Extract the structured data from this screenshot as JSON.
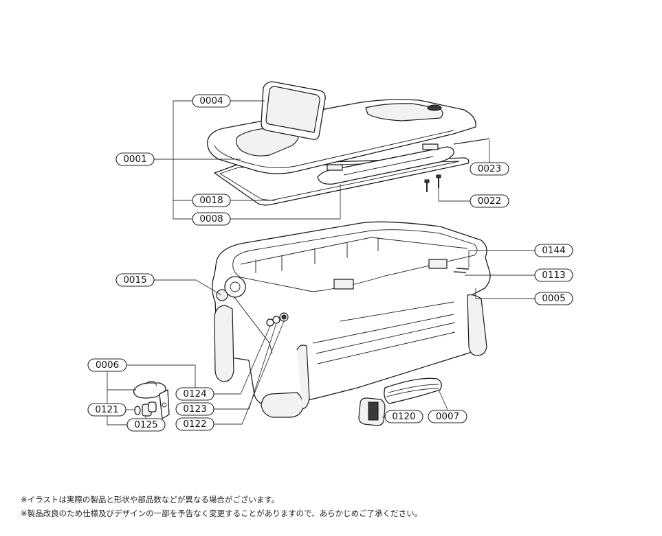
{
  "labels": [
    "0004",
    "0001",
    "0018",
    "0008",
    "0023",
    "0022",
    "0015",
    "0144",
    "0113",
    "0005",
    "0006",
    "0124",
    "0121",
    "0123",
    "0125",
    "0122",
    "0120",
    "0007"
  ],
  "notes": {
    "line1": "※イラストは実際の製品と形状や部品数などが異なる場合がございます。",
    "line2": "※製品改良のため仕様及びデザインの一部を予告なく変更することがありますので、あらかじめご了承ください。"
  }
}
